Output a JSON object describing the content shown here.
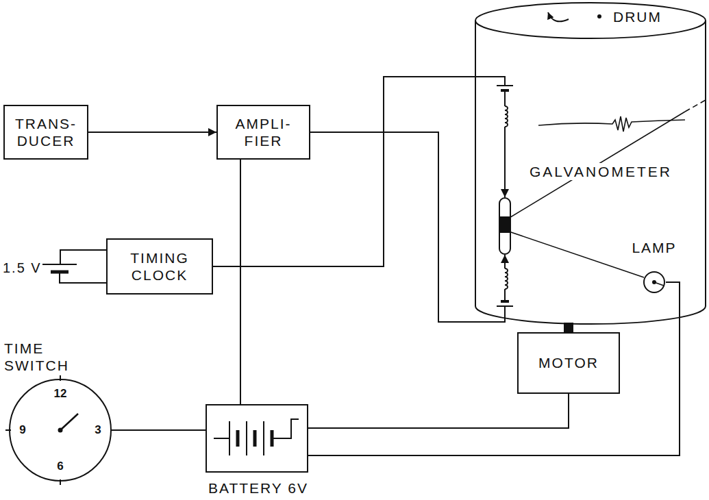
{
  "diagram": {
    "nodes": [
      {
        "text": [
          "TRANS- DUCER"
        ]
      },
      {
        "text": [
          "AMPLI- FIER"
        ]
      },
      {
        "text": [
          "DRUM"
        ]
      },
      {
        "text": [
          "GALVANOMETER"
        ],
        "in": 2
      },
      {
        "text": [
          "LAMP"
        ],
        "in": 2
      },
      {
        "text": [
          "TIMING CLOCK"
        ]
      },
      {
        "text": [
          "MOTOR"
        ]
      },
      {
        "text": [
          "TIME SWITCH",
          "12",
          "9",
          "3",
          "6"
        ]
      },
      {
        "text": [
          "BATTERY 6V"
        ]
      }
    ],
    "edges": [
      {
        "from": 0,
        "to": 1,
        "arrow": "to"
      },
      {
        "from": 1,
        "to": 3,
        "arrow": "to"
      },
      {
        "from": 5,
        "to": 3,
        "arrow": "to"
      },
      {
        "from": 8,
        "to": 1,
        "arrow": "none"
      },
      {
        "from": 8,
        "to": 6,
        "arrow": "none"
      },
      {
        "from": 8,
        "to": 4,
        "arrow": "none"
      },
      {
        "from": 7,
        "to": 8,
        "arrow": "none"
      },
      {
        "from": 6,
        "to": 2,
        "arrow": "none"
      }
    ],
    "labels": [
      "1.5 V"
    ]
  }
}
